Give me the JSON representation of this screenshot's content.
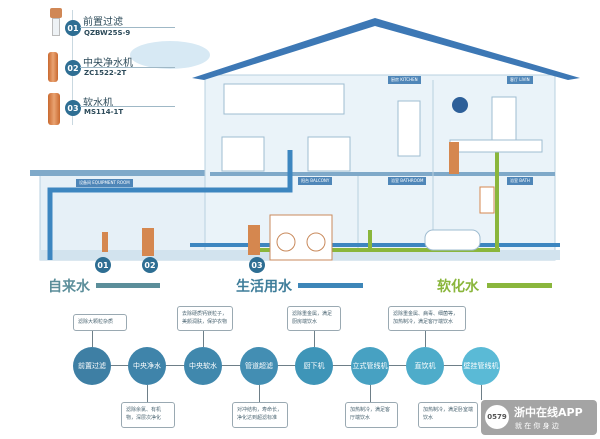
{
  "products": [
    {
      "num": "01",
      "name": "前置过滤",
      "model": "QZBW25S-9"
    },
    {
      "num": "02",
      "name": "中央净水机",
      "model": "ZC1522-2T"
    },
    {
      "num": "03",
      "name": "软水机",
      "model": "MS114-1T"
    }
  ],
  "rooms": {
    "equipment": "设备间 EQUIPMENT ROOM",
    "kitchen": "厨房 KITCHEN",
    "living": "客厅 LIVIN",
    "balcony": "阳台 BALCONY",
    "bathroom": "浴室 BATHROOM",
    "bath": "浴室 BATH"
  },
  "markers": [
    "01",
    "02",
    "03"
  ],
  "sections": [
    {
      "title": "自来水",
      "color": "#5b8e9a"
    },
    {
      "title": "生活用水",
      "color": "#3d86b8"
    },
    {
      "title": "软化水",
      "color": "#8ab63c"
    }
  ],
  "flow": [
    {
      "label": "前置过滤",
      "desc": "滤除大颗粒杂质",
      "color": "#3e7fa4"
    },
    {
      "label": "中央净水",
      "desc": "滤除余氯、有机物，深层次净化",
      "color": "#3f84aa"
    },
    {
      "label": "中央软水",
      "desc": "去除硬质钙镁粒子，美颜润肤，保护衣物",
      "color": "#4088ad"
    },
    {
      "label": "管道超滤",
      "desc": "对冲结构，寿命长，净化达到超滤标准",
      "color": "#438eb3"
    },
    {
      "label": "厨下机",
      "desc": "滤除重金属，满足厨房端饮水",
      "color": "#3e95b8"
    },
    {
      "label": "立式管线机",
      "desc": "加热制冷，满足客厅端饮水",
      "color": "#47a1c2"
    },
    {
      "label": "直饮机",
      "desc": "滤除重金属、病毒、细菌等，加热制冷，满足客厅端饮水",
      "color": "#4eacca"
    },
    {
      "label": "壁挂管线机",
      "desc": "加热制冷，满足卧室端饮水",
      "color": "#5abad6"
    }
  ],
  "watermark": {
    "logo": "0579",
    "name": "浙中在线APP",
    "slogan": "就 在 你 身 边"
  }
}
